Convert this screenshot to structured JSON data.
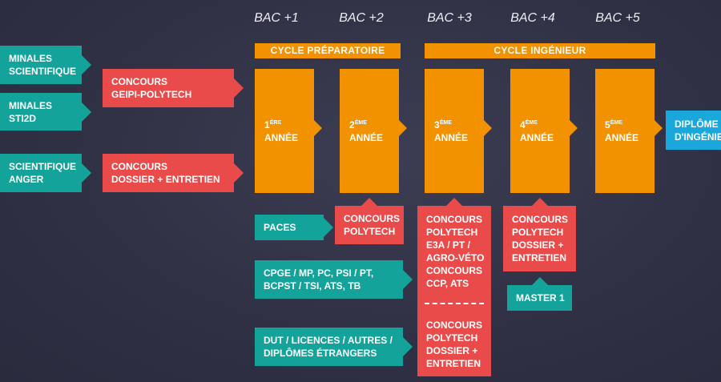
{
  "timeline": [
    "BAC +1",
    "BAC +2",
    "BAC +3",
    "BAC +4",
    "BAC +5"
  ],
  "cycles": {
    "preparatory": "CYCLE PRÉPARATOIRE",
    "engineer": "CYCLE INGÉNIEUR"
  },
  "years": [
    {
      "num": "1",
      "sup": "ÈRE",
      "label": "ANNÉE"
    },
    {
      "num": "2",
      "sup": "ÈME",
      "label": "ANNÉE"
    },
    {
      "num": "3",
      "sup": "ÈME",
      "label": "ANNÉE"
    },
    {
      "num": "4",
      "sup": "ÈME",
      "label": "ANNÉE"
    },
    {
      "num": "5",
      "sup": "ÈME",
      "label": "ANNÉE"
    }
  ],
  "left_entries": [
    {
      "lines": [
        "MINALES",
        "SCIENTIFIQUE"
      ]
    },
    {
      "lines": [
        "MINALES",
        "STI2D"
      ]
    },
    {
      "lines": [
        "SCIENTIFIQUE",
        "ANGER"
      ]
    }
  ],
  "contests": {
    "geipi": [
      "CONCOURS",
      "GEIPI-POLYTECH"
    ],
    "dossier": [
      "CONCOURS",
      "DOSSIER + ENTRETIEN"
    ],
    "year2": [
      "CONCOURS",
      "POLYTECH"
    ],
    "year3_a": [
      "CONCOURS",
      "POLYTECH",
      "E3A / PT /",
      "AGRO-VÉTO",
      "CONCOURS",
      "CCP, ATS"
    ],
    "year3_b": [
      "CONCOURS",
      "POLYTECH",
      "DOSSIER +",
      "ENTRETIEN"
    ],
    "year4": [
      "CONCOURS",
      "POLYTECH",
      "DOSSIER +",
      "ENTRETIEN"
    ]
  },
  "other_entries": {
    "paces": [
      "PACES"
    ],
    "cpge": [
      "CPGE / MP, PC, PSI / PT,",
      "BCPST / TSI, ATS, TB"
    ],
    "dut": [
      "DUT / LICENCES / AUTRES /",
      "DIPLÔMES ÉTRANGERS"
    ],
    "master": [
      "MASTER 1"
    ]
  },
  "diploma": [
    "DIPLÔME",
    "D'INGÉNIE"
  ],
  "colors": {
    "orange": "#f39200",
    "teal": "#13a39b",
    "red": "#e94b4b",
    "blue": "#1aa8dc",
    "background": "#2f3044"
  }
}
